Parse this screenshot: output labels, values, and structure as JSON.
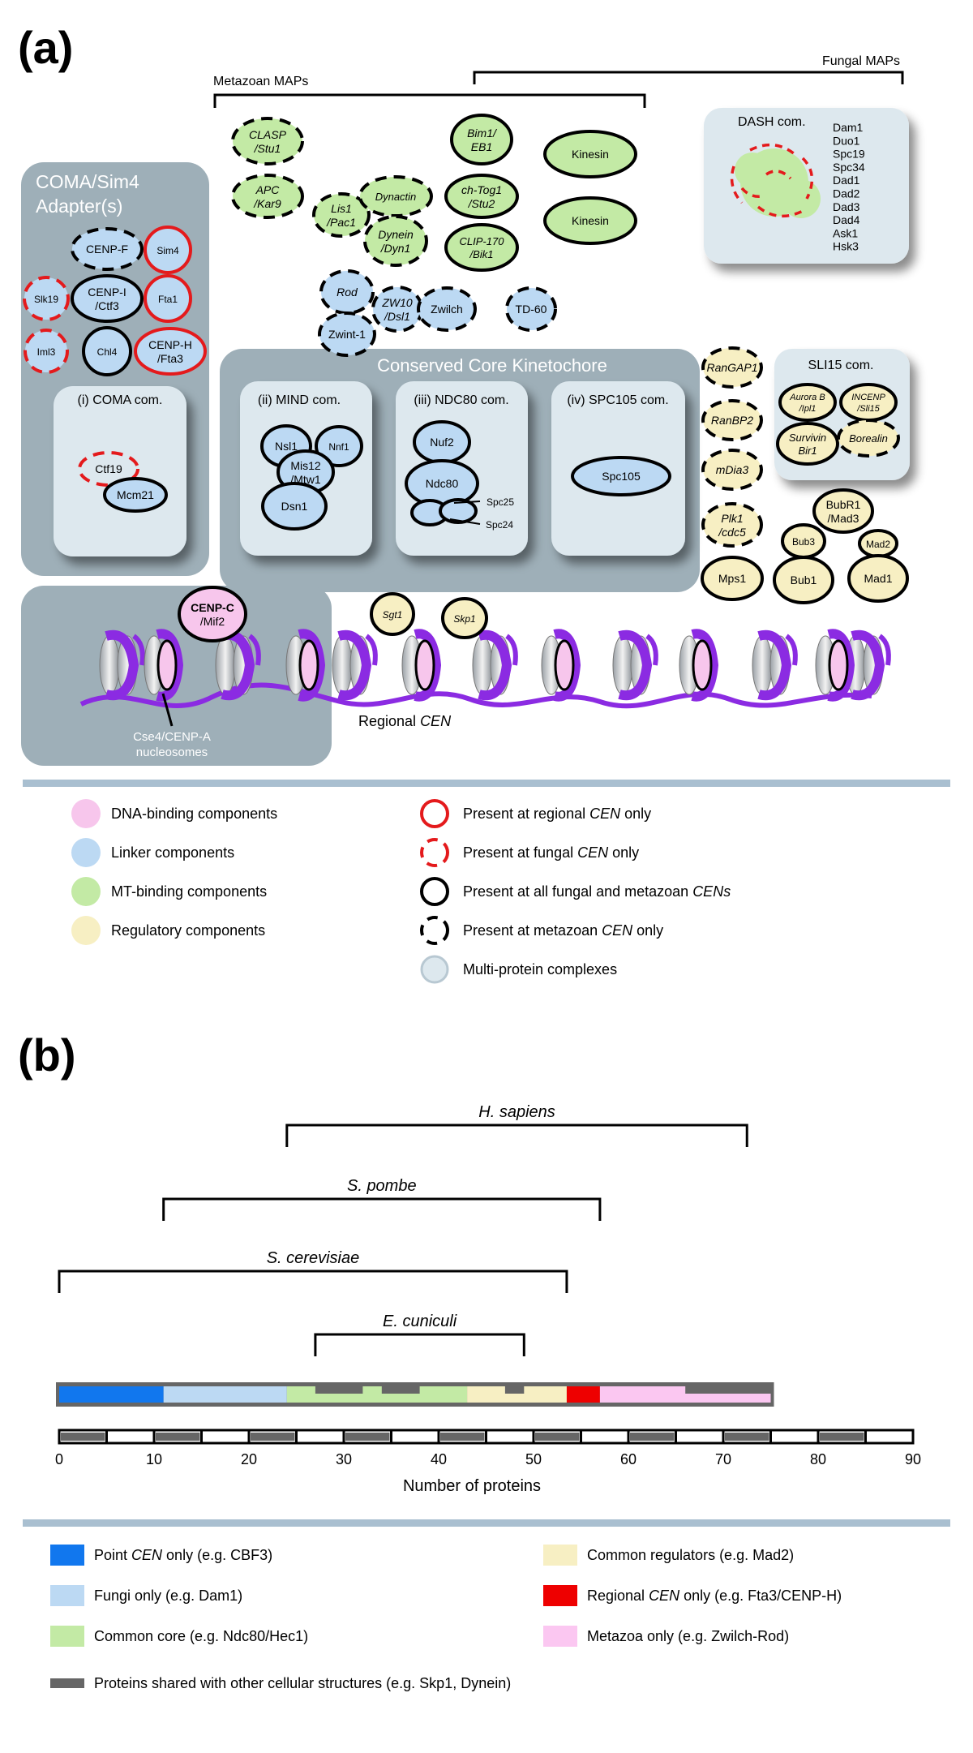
{
  "panel_a": {
    "label": "(a)",
    "metazoan_maps_label": "Metazoan MAPs",
    "fungal_maps_label": "Fungal MAPs",
    "coma_box": {
      "title_line1": "COMA/Sim4",
      "title_line2": "Adapter(s)",
      "sub_title": "(i) COMA com."
    },
    "core_box": {
      "title": "Conserved Core Kinetochore",
      "mind": "(ii) MIND com.",
      "ndc80": "(iii) NDC80 com.",
      "spc105": "(iv) SPC105 com."
    },
    "dash_box": {
      "title": "DASH com.",
      "members": [
        "Dam1",
        "Duo1",
        "Spc19",
        "Spc34",
        "Dad1",
        "Dad2",
        "Dad3",
        "Dad4",
        "Ask1",
        "Hsk3"
      ]
    },
    "sli15_box": {
      "title": "SLI15 com."
    },
    "cen_box": {
      "nucleosome_label_1": "Cse4/CENP-A",
      "nucleosome_label_2": "nucleosomes"
    },
    "regional_cen": {
      "prefix": "Regional ",
      "italic": "CEN"
    },
    "proteins": [
      {
        "id": "p1",
        "l1": "CLASP",
        "l2": "/Stu1",
        "fill": "green",
        "border": "black-dashed",
        "italic": true
      },
      {
        "id": "p2",
        "l1": "APC",
        "l2": "/Kar9",
        "fill": "green",
        "border": "black-dashed",
        "italic": true
      },
      {
        "id": "p3",
        "l1": "Lis1",
        "l2": "/Pac1",
        "fill": "green",
        "border": "black-dashed",
        "italic": true
      },
      {
        "id": "p4",
        "l1": "Dynactin",
        "l2": "",
        "fill": "green",
        "border": "black-dashed",
        "italic": true
      },
      {
        "id": "p5",
        "l1": "Dynein",
        "l2": "/Dyn1",
        "fill": "green",
        "border": "black-dashed",
        "italic": true
      },
      {
        "id": "p6",
        "l1": "Bim1/",
        "l2": "EB1",
        "fill": "green",
        "border": "black-solid",
        "italic": true
      },
      {
        "id": "p7",
        "l1": "ch-Tog1",
        "l2": "/Stu2",
        "fill": "green",
        "border": "black-solid",
        "italic": true
      },
      {
        "id": "p8",
        "l1": "CLIP-170",
        "l2": "/Bik1",
        "fill": "green",
        "border": "black-solid",
        "italic": true
      },
      {
        "id": "p9",
        "l1": "Kinesin",
        "l2": "",
        "fill": "green",
        "border": "black-solid",
        "italic": false
      },
      {
        "id": "p10",
        "l1": "Kinesin",
        "l2": "",
        "fill": "green",
        "border": "black-solid",
        "italic": false
      },
      {
        "id": "p11",
        "l1": "Rod",
        "l2": "",
        "fill": "blue",
        "border": "black-dashed",
        "italic": true
      },
      {
        "id": "p12",
        "l1": "ZW10",
        "l2": "/Dsl1",
        "fill": "blue",
        "border": "black-dashed",
        "italic": true
      },
      {
        "id": "p13",
        "l1": "Zwilch",
        "l2": "",
        "fill": "blue",
        "border": "black-dashed",
        "italic": false
      },
      {
        "id": "p14",
        "l1": "Zwint-1",
        "l2": "",
        "fill": "blue",
        "border": "black-dashed",
        "italic": false
      },
      {
        "id": "p15",
        "l1": "TD-60",
        "l2": "",
        "fill": "blue",
        "border": "black-dashed",
        "italic": false
      },
      {
        "id": "p16",
        "l1": "CENP-F",
        "l2": "",
        "fill": "blue",
        "border": "black-dashed",
        "italic": false
      },
      {
        "id": "p17",
        "l1": "Sim4",
        "l2": "",
        "fill": "blue",
        "border": "red-solid",
        "italic": false
      },
      {
        "id": "p18",
        "l1": "Slk19",
        "l2": "",
        "fill": "blue",
        "border": "red-dashed",
        "italic": false
      },
      {
        "id": "p19",
        "l1": "CENP-I",
        "l2": "/Ctf3",
        "fill": "blue",
        "border": "black-solid",
        "italic": false
      },
      {
        "id": "p20",
        "l1": "Fta1",
        "l2": "",
        "fill": "blue",
        "border": "red-solid",
        "italic": false
      },
      {
        "id": "p21",
        "l1": "Iml3",
        "l2": "",
        "fill": "blue",
        "border": "red-dashed",
        "italic": false
      },
      {
        "id": "p22",
        "l1": "Chl4",
        "l2": "",
        "fill": "blue",
        "border": "black-solid",
        "italic": false
      },
      {
        "id": "p23",
        "l1": "CENP-H",
        "l2": "/Fta3",
        "fill": "blue",
        "border": "red-solid",
        "italic": false
      },
      {
        "id": "p24",
        "l1": "Ctf19",
        "l2": "",
        "fill": "none",
        "border": "red-dashed",
        "italic": false
      },
      {
        "id": "p25",
        "l1": "Mcm21",
        "l2": "",
        "fill": "blue",
        "border": "black-solid",
        "italic": false
      },
      {
        "id": "p26",
        "l1": "Nsl1",
        "l2": "",
        "fill": "blue",
        "border": "black-solid",
        "italic": false
      },
      {
        "id": "p27",
        "l1": "Nnf1",
        "l2": "",
        "fill": "blue",
        "border": "black-solid",
        "italic": false
      },
      {
        "id": "p28",
        "l1": "Mis12",
        "l2": "/Mtw1",
        "fill": "blue",
        "border": "black-solid",
        "italic": false
      },
      {
        "id": "p29",
        "l1": "Dsn1",
        "l2": "",
        "fill": "blue",
        "border": "black-solid",
        "italic": false
      },
      {
        "id": "p30",
        "l1": "Nuf2",
        "l2": "",
        "fill": "blue",
        "border": "black-solid",
        "italic": false
      },
      {
        "id": "p31",
        "l1": "Ndc80",
        "l2": "",
        "fill": "blue",
        "border": "black-solid",
        "italic": false
      },
      {
        "id": "p32",
        "l1": "Spc25",
        "l2": "",
        "fill": "none",
        "border": "none",
        "italic": false
      },
      {
        "id": "p33",
        "l1": "Spc24",
        "l2": "",
        "fill": "none",
        "border": "none",
        "italic": false
      },
      {
        "id": "p34",
        "l1": "Spc105",
        "l2": "",
        "fill": "blue",
        "border": "black-solid",
        "italic": false
      },
      {
        "id": "p35",
        "l1": "RanGAP1",
        "l2": "",
        "fill": "yellow",
        "border": "black-dashed",
        "italic": true
      },
      {
        "id": "p36",
        "l1": "RanBP2",
        "l2": "",
        "fill": "yellow",
        "border": "black-dashed",
        "italic": true
      },
      {
        "id": "p37",
        "l1": "mDia3",
        "l2": "",
        "fill": "yellow",
        "border": "black-dashed",
        "italic": true
      },
      {
        "id": "p38",
        "l1": "Plk1",
        "l2": "/cdc5",
        "fill": "yellow",
        "border": "black-dashed",
        "italic": true
      },
      {
        "id": "p39",
        "l1": "Mps1",
        "l2": "",
        "fill": "yellow",
        "border": "black-solid",
        "italic": false
      },
      {
        "id": "p40",
        "l1": "Aurora B",
        "l2": "/Ipl1",
        "fill": "yellow",
        "border": "black-solid",
        "italic": true
      },
      {
        "id": "p41",
        "l1": "INCENP",
        "l2": "/Sli15",
        "fill": "yellow",
        "border": "black-solid",
        "italic": true
      },
      {
        "id": "p42",
        "l1": "Survivin",
        "l2": "Bir1",
        "fill": "yellow",
        "border": "black-solid",
        "italic": true
      },
      {
        "id": "p43",
        "l1": "Borealin",
        "l2": "",
        "fill": "yellow",
        "border": "black-dashed",
        "italic": true
      },
      {
        "id": "p44",
        "l1": "BubR1",
        "l2": "/Mad3",
        "fill": "yellow",
        "border": "black-solid",
        "italic": false
      },
      {
        "id": "p45",
        "l1": "Bub3",
        "l2": "",
        "fill": "yellow",
        "border": "black-solid",
        "italic": false
      },
      {
        "id": "p46",
        "l1": "Mad2",
        "l2": "",
        "fill": "yellow",
        "border": "black-solid",
        "italic": false
      },
      {
        "id": "p47",
        "l1": "Bub1",
        "l2": "",
        "fill": "yellow",
        "border": "black-solid",
        "italic": false
      },
      {
        "id": "p48",
        "l1": "Mad1",
        "l2": "",
        "fill": "yellow",
        "border": "black-solid",
        "italic": false
      },
      {
        "id": "p49",
        "l1": "CENP-C",
        "l2": "/Mif2",
        "fill": "pink",
        "border": "black-solid",
        "italic": false
      },
      {
        "id": "p50",
        "l1": "Sgt1",
        "l2": "",
        "fill": "yellow",
        "border": "black-solid",
        "italic": true
      },
      {
        "id": "p51",
        "l1": "Skp1",
        "l2": "",
        "fill": "yellow",
        "border": "black-solid",
        "italic": true
      }
    ],
    "legend_left": [
      {
        "text": "DNA-binding components",
        "color": "#f7c6ec"
      },
      {
        "text": "Linker components",
        "color": "#bcd9f3"
      },
      {
        "text": "MT-binding components",
        "color": "#c3eaa5"
      },
      {
        "text": "Regulatory components",
        "color": "#f7efc3"
      }
    ],
    "legend_right": [
      {
        "pre": "Present at regional ",
        "it": "CEN",
        "post": " only",
        "style": "red-solid"
      },
      {
        "pre": "Present at fungal ",
        "it": "CEN",
        "post": " only",
        "style": "red-dashed"
      },
      {
        "pre": "Present at all fungal and metazoan ",
        "it": "CENs",
        "post": "",
        "style": "black-solid"
      },
      {
        "pre": "Present at metazoan ",
        "it": "CEN",
        "post": " only",
        "style": "black-dashed"
      },
      {
        "pre": "Multi-protein complexes",
        "it": "",
        "post": "",
        "style": "complex"
      }
    ]
  },
  "panel_b": {
    "label": "(b)",
    "xlabel": "Number of proteins",
    "x_ticks": [
      0,
      10,
      20,
      30,
      40,
      50,
      60,
      70,
      80,
      90
    ],
    "ranges": [
      {
        "name": "H. sapiens",
        "start": 24,
        "end": 72.5
      },
      {
        "name": "S. pombe",
        "start": 11,
        "end": 57
      },
      {
        "name": "S. cerevisiae",
        "start": 0,
        "end": 53.5
      },
      {
        "name": "E. cuniculi",
        "start": 27,
        "end": 49
      }
    ],
    "segments": [
      {
        "category": "Point CEN only",
        "start": 0,
        "end": 11
      },
      {
        "category": "Fungi only",
        "start": 11,
        "end": 24
      },
      {
        "category": "Common core",
        "start": 24,
        "end": 43
      },
      {
        "category": "Common regulators",
        "start": 43,
        "end": 53.5
      },
      {
        "category": "Regional CEN only",
        "start": 53.5,
        "end": 57
      },
      {
        "category": "Metazoa only",
        "start": 57,
        "end": 75
      }
    ],
    "shared_ranges": [
      [
        27,
        32
      ],
      [
        34,
        38
      ],
      [
        47,
        49
      ],
      [
        66,
        75
      ]
    ],
    "legend": [
      {
        "pre": "Point ",
        "it": "CEN",
        "post": " only (e.g. CBF3)",
        "color": "#1177ee"
      },
      {
        "pre": "Common regulators (e.g. Mad2)",
        "it": "",
        "post": "",
        "color": "#f7efc3"
      },
      {
        "pre": "Fungi only (e.g. Dam1)",
        "it": "",
        "post": "",
        "color": "#bcd9f3"
      },
      {
        "pre": "Regional ",
        "it": "CEN",
        "post": " only (e.g. Fta3/CENP-H)",
        "color": "#ee0000"
      },
      {
        "pre": "Common core (e.g. Ndc80/Hec1)",
        "it": "",
        "post": "",
        "color": "#c3eaa5"
      },
      {
        "pre": "Metazoa only (e.g. Zwilch-Rod)",
        "it": "",
        "post": "",
        "color": "#fbc7f1"
      },
      {
        "pre": "Proteins shared with other cellular structures (e.g. Skp1, Dynein)",
        "it": "",
        "post": "",
        "color": "#666666"
      }
    ]
  },
  "colors": {
    "green": "#c3eaa5",
    "blue": "#bcd9f3",
    "yellow": "#f7efc3",
    "pink": "#f7c6ec",
    "complex": "#dde8ee",
    "dark_box": "#9eafb8",
    "red": "#e41a1c",
    "purple": "#8b2be2",
    "divider": "#a9bfd0"
  }
}
